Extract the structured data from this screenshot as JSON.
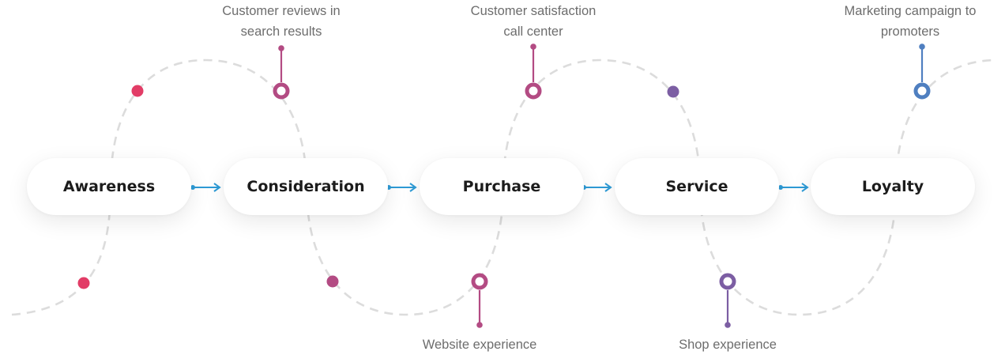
{
  "stages": [
    {
      "label": "Awareness"
    },
    {
      "label": "Consideration"
    },
    {
      "label": "Purchase"
    },
    {
      "label": "Service"
    },
    {
      "label": "Loyalty"
    }
  ],
  "touchpoints": {
    "reviews": [
      "Customer reviews in",
      "search results"
    ],
    "call_center": [
      "Customer satisfaction",
      "call center"
    ],
    "marketing": [
      "Marketing campaign to",
      "promoters"
    ],
    "website": [
      "Website experience"
    ],
    "shop": [
      "Shop experience"
    ]
  },
  "colors": {
    "awareness": "#e23c66",
    "consideration": "#b34b83",
    "purchase": "#b34b83",
    "service": "#7c5ea3",
    "loyalty": "#4f7fc0",
    "arrow": "#2e9bd6",
    "path": "#dcdcdc",
    "stage_text": "#1c1c1c",
    "note_text": "#6d6d6d"
  }
}
